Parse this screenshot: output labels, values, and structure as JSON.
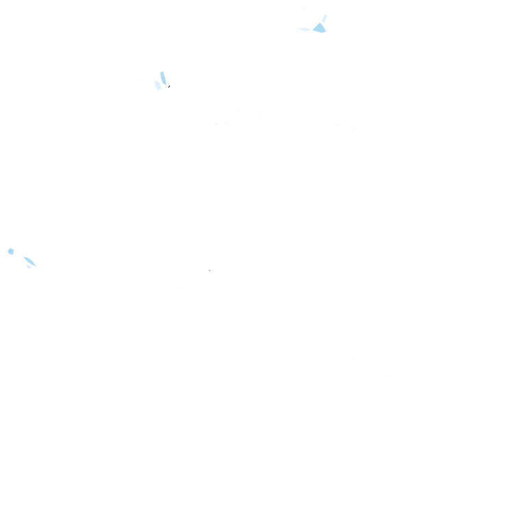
{
  "map": {
    "background_color": "#ffffff",
    "water_color": "#9fd3f2",
    "water_color_light": "#cfe9f9",
    "speck_color": "#000000",
    "feature_names": [
      "water-feature-top-right",
      "water-feature-upper-left",
      "water-feature-left-edge"
    ]
  }
}
